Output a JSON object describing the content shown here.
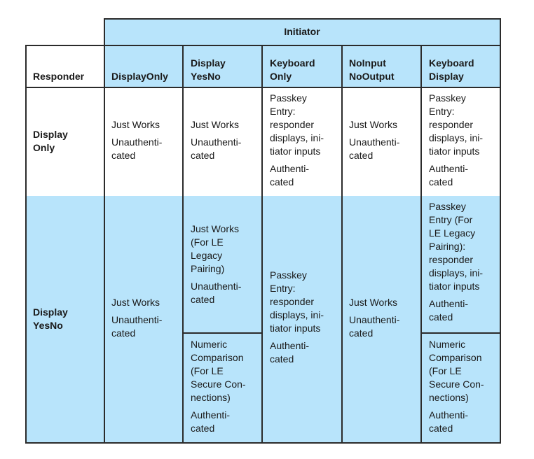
{
  "table": {
    "initiator_label": "Initiator",
    "responder_label": "Responder",
    "columns": [
      {
        "label_lines": [
          "DisplayOnly"
        ]
      },
      {
        "label_lines": [
          "Display",
          "YesNo"
        ]
      },
      {
        "label_lines": [
          "Keyboard",
          "Only"
        ]
      },
      {
        "label_lines": [
          "NoInput",
          "NoOutput"
        ]
      },
      {
        "label_lines": [
          "Keyboard",
          "Display"
        ]
      }
    ],
    "rows": [
      {
        "label_lines": [
          "Display",
          "Only"
        ],
        "cells": [
          {
            "method": "Just Works",
            "security": "Unauthenti-\ncated"
          },
          {
            "method": "Just Works",
            "security": "Unauthenti-\ncated"
          },
          {
            "method": "Passkey\nEntry:\nresponder\ndisplays, ini-\ntiator inputs",
            "security": "Authenti-\ncated"
          },
          {
            "method": "Just Works",
            "security": "Unauthenti-\ncated"
          },
          {
            "method": "Passkey\nEntry:\nresponder\ndisplays, ini-\ntiator inputs",
            "security": "Authenti-\ncated"
          }
        ]
      },
      {
        "label_lines": [
          "Display",
          "YesNo"
        ],
        "cells": [
          {
            "method": "Just Works",
            "security": "Unauthenti-\ncated"
          },
          {
            "upper": {
              "method": "Just Works\n(For LE\nLegacy\nPairing)",
              "security": "Unauthenti-\ncated"
            },
            "lower": {
              "method": "Numeric\nComparison\n(For LE\nSecure Con-\nnections)",
              "security": "Authenti-\ncated"
            }
          },
          {
            "method": "Passkey\nEntry:\nresponder\ndisplays, ini-\ntiator inputs",
            "security": "Authenti-\ncated"
          },
          {
            "method": "Just Works",
            "security": "Unauthenti-\ncated"
          },
          {
            "upper": {
              "method": "Passkey\nEntry  (For\nLE Legacy\nPairing):\nresponder\ndisplays, ini-\ntiator inputs",
              "security": "Authenti-\ncated"
            },
            "lower": {
              "method": "Numeric\nComparison\n(For LE\nSecure Con-\nnections)",
              "security": "Authenti-\ncated"
            }
          }
        ]
      }
    ]
  },
  "colors": {
    "header_fill": "#b8e4fb",
    "row2_fill": "#b8e4fb",
    "row1_fill": "#ffffff",
    "border": "#2b2b2b"
  }
}
